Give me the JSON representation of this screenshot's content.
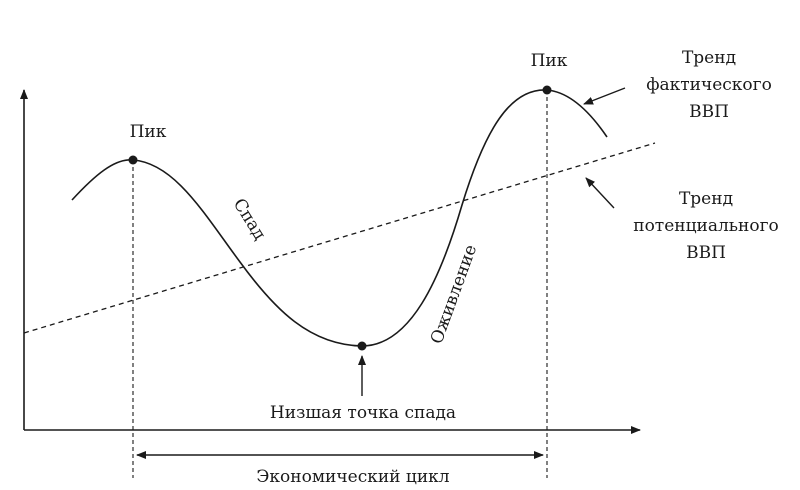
{
  "labels": {
    "peak_left": "Пик",
    "peak_right": "Пик",
    "recession": "Спад",
    "recovery": "Оживление",
    "trough": "Низшая точка спада",
    "cycle": "Экономический цикл",
    "actual_gdp_trend": [
      "Тренд",
      "фактического",
      "ВВП"
    ],
    "potential_gdp_trend": [
      "Тренд",
      "потенциального",
      "ВВП"
    ]
  },
  "colors": {
    "ink": "#1a1a1a",
    "background": "#ffffff"
  }
}
